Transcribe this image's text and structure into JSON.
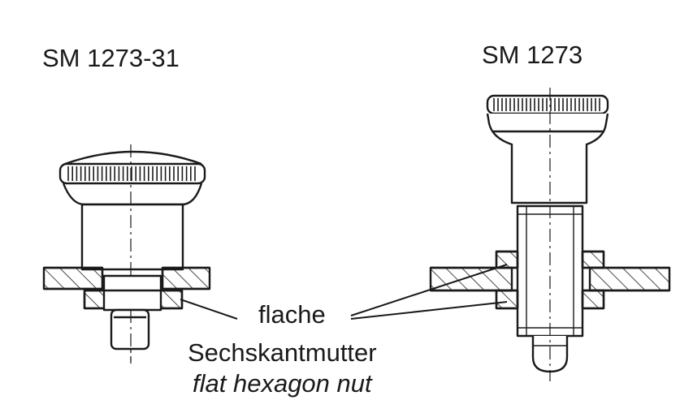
{
  "labels": {
    "left_part": "SM 1273-31",
    "right_part": "SM 1273",
    "nut_de_line1": "flache",
    "nut_de_line2": "Sechskantmutter",
    "nut_en": "flat hexagon nut"
  },
  "colors": {
    "line": "#1a1a1a",
    "background": "#ffffff"
  }
}
